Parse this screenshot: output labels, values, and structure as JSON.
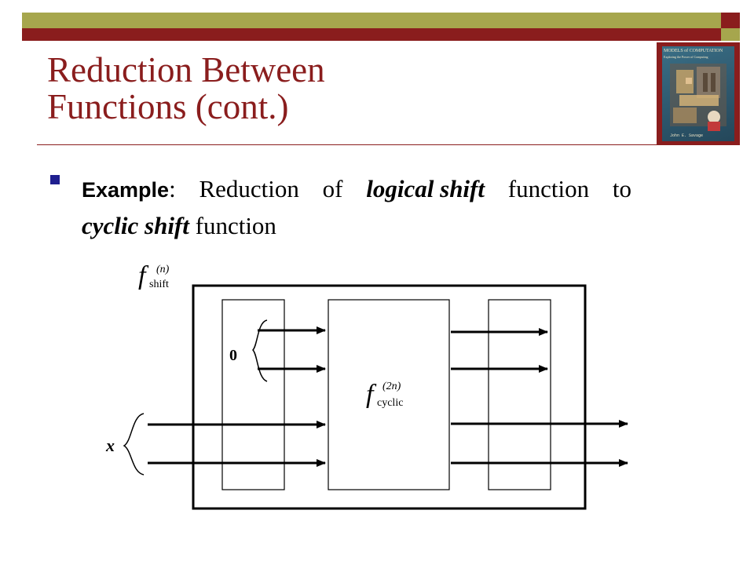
{
  "slide": {
    "title_line1": "Reduction Between",
    "title_line2": "Functions (cont.)"
  },
  "book_cover": {
    "title": "MODELS of COMPUTATION",
    "subtitle": "Exploring the Power of Computing",
    "author": "John E. Savage"
  },
  "bullet": {
    "keyword": "Example",
    "colon": ":",
    "line1_words": [
      "Reduction",
      "of",
      "logical shift",
      "function",
      "to"
    ],
    "line2_emph": "cyclic shift",
    "line2_rest": "function"
  },
  "diagram": {
    "outer_f": "f",
    "outer_sup": "(n)",
    "outer_sub": "shift",
    "inner_f": "f",
    "inner_sup": "(2n)",
    "inner_sub": "cyclic",
    "zero_label": "0",
    "x_label": "x"
  },
  "colors": {
    "olive": "#a6a64d",
    "maroon": "#8a1d1d",
    "bullet_blue": "#1f1f8f"
  }
}
